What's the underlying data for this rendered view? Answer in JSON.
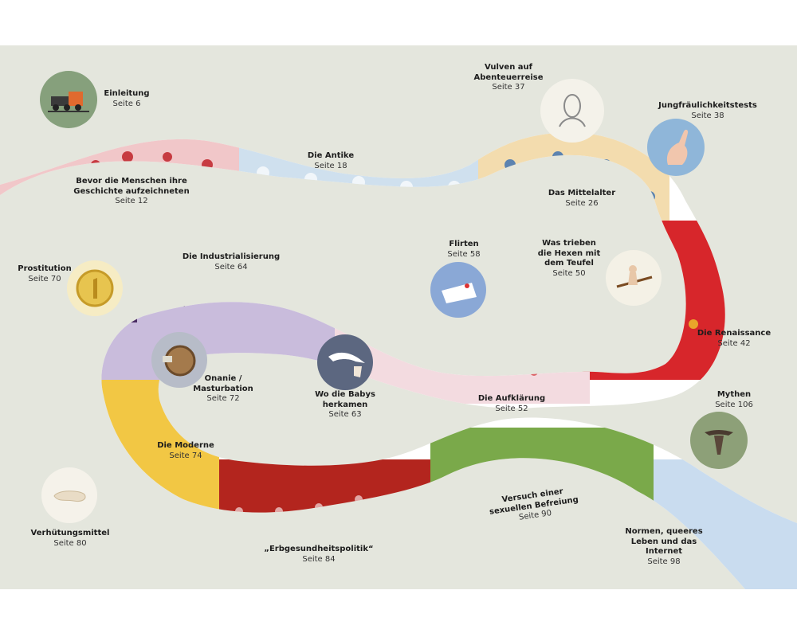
{
  "chapters": [
    {
      "id": "einleitung",
      "title": "Einleitung",
      "page": "Seite 6"
    },
    {
      "id": "bevor",
      "title": "Bevor die Menschen ihre Geschichte aufzeichneten",
      "page": "Seite 12"
    },
    {
      "id": "antike",
      "title": "Die Antike",
      "page": "Seite 18"
    },
    {
      "id": "mittelalter",
      "title": "Das Mittelalter",
      "page": "Seite 26"
    },
    {
      "id": "vulven",
      "title": "Vulven auf Abenteuerreise",
      "page": "Seite 37"
    },
    {
      "id": "jungfrau",
      "title": "Jungfräulichkeitstests",
      "page": "Seite 38"
    },
    {
      "id": "renaissance",
      "title": "Die Renaissance",
      "page": "Seite 42"
    },
    {
      "id": "hexen",
      "title": "Was trieben die Hexen mit dem Teufel",
      "page": "Seite 50"
    },
    {
      "id": "aufklaerung",
      "title": "Die Aufklärung",
      "page": "Seite 52"
    },
    {
      "id": "flirten",
      "title": "Flirten",
      "page": "Seite 58"
    },
    {
      "id": "babys",
      "title": "Wo die Babys herkamen",
      "page": "Seite 63"
    },
    {
      "id": "industrialisierung",
      "title": "Die Industrialisierung",
      "page": "Seite 64"
    },
    {
      "id": "prostitution",
      "title": "Prostitution",
      "page": "Seite 70"
    },
    {
      "id": "onanie",
      "title": "Onanie / Masturbation",
      "page": "Seite 72"
    },
    {
      "id": "moderne",
      "title": "Die Moderne",
      "page": "Seite 74"
    },
    {
      "id": "verhuetung",
      "title": "Verhütungsmittel",
      "page": "Seite 80"
    },
    {
      "id": "erbgesundheit",
      "title": "„Erbgesundheitspolitik“",
      "page": "Seite 84"
    },
    {
      "id": "befreiung",
      "title": "Versuch einer sexuellen Befreiung",
      "page": "Seite 90"
    },
    {
      "id": "normen",
      "title": "Normen, queeres Leben und das Internet",
      "page": "Seite 98"
    },
    {
      "id": "mythen",
      "title": "Mythen",
      "page": "Seite 106"
    }
  ],
  "icons": {
    "einleitung": "train-icon",
    "vulven": "vulva-figures-icon",
    "jungfrau": "hand-icon",
    "hexen": "witch-on-broom-icon",
    "flirten": "love-letter-icon",
    "babys": "stork-icon",
    "prostitution": "coin-icon",
    "onanie": "pocket-watch-icon",
    "verhuetung": "condom-icon",
    "mythen": "chastity-belt-icon"
  },
  "colors": {
    "background": "#e4e6dd",
    "prehistory": "#f1c7c9",
    "antiquity": "#cfe0ee",
    "middle_ages": "#f3dcae",
    "renaissance": "#d7262b",
    "enlightenment": "#f3dbe0",
    "industrialization": "#c9bcdc",
    "modern": "#f2c744",
    "eugenics": "#b3251e",
    "liberation": "#7aa94a",
    "internet": "#c9dcef"
  }
}
